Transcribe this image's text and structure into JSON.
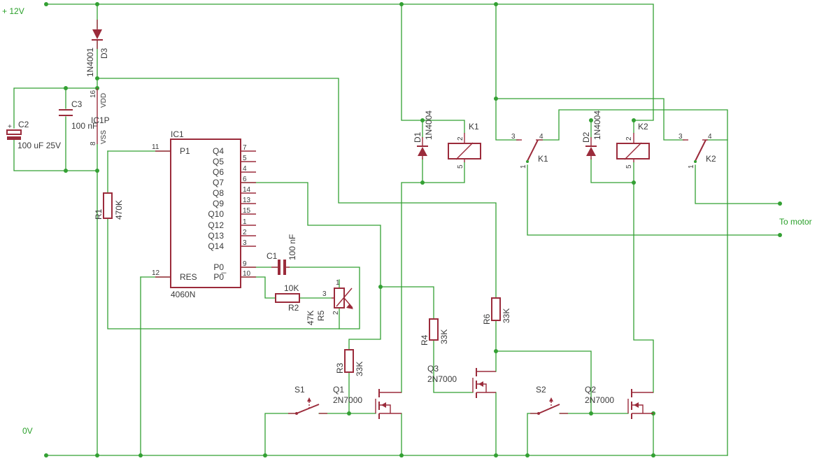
{
  "rails": {
    "supply": "+ 12V",
    "ground": "0V",
    "output": "To motor"
  },
  "d3": {
    "name": "D3",
    "value": "1N4001"
  },
  "c2": {
    "name": "C2",
    "value": "100 uF 25V"
  },
  "c3": {
    "name": "C3",
    "value": "100 nF"
  },
  "ic1p": {
    "name": "IC1P",
    "vdd": "VDD",
    "vss": "VSS",
    "pin_vdd": "16",
    "pin_vss": "8"
  },
  "ic1": {
    "name": "IC1",
    "part": "4060N",
    "left_pins": [
      {
        "num": "11",
        "label": "P1"
      },
      {
        "num": "12",
        "label": "RES"
      }
    ],
    "right_pins": [
      {
        "num": "7",
        "label": "Q4"
      },
      {
        "num": "5",
        "label": "Q5"
      },
      {
        "num": "4",
        "label": "Q6"
      },
      {
        "num": "6",
        "label": "Q7"
      },
      {
        "num": "14",
        "label": "Q8"
      },
      {
        "num": "13",
        "label": "Q9"
      },
      {
        "num": "15",
        "label": "Q10"
      },
      {
        "num": "1",
        "label": "Q12"
      },
      {
        "num": "2",
        "label": "Q13"
      },
      {
        "num": "3",
        "label": "Q14"
      },
      {
        "num": "9",
        "label": "P0"
      },
      {
        "num": "10",
        "label": "P0̅"
      }
    ]
  },
  "r1": {
    "name": "R1",
    "value": "470K"
  },
  "r2": {
    "name": "R2",
    "value": "10K"
  },
  "r3": {
    "name": "R3",
    "value": "33K"
  },
  "r4": {
    "name": "R4",
    "value": "33K"
  },
  "r5": {
    "name": "R5",
    "value": "47K",
    "pin1": "1",
    "pin2": "2",
    "pin3": "3"
  },
  "r6": {
    "name": "R6",
    "value": "33K"
  },
  "c1": {
    "name": "C1",
    "value": "100 nF"
  },
  "d1": {
    "name": "D1",
    "value": "1N4004"
  },
  "d2": {
    "name": "D2",
    "value": "1N4004"
  },
  "k1": {
    "coil": "K1",
    "contact": "K1",
    "coil_pin_a": "2",
    "coil_pin_b": "5",
    "pin_nc": "3",
    "pin_no": "4",
    "pin_com": "1"
  },
  "k2": {
    "coil": "K2",
    "contact": "K2",
    "coil_pin_a": "2",
    "coil_pin_b": "5",
    "pin_nc": "3",
    "pin_no": "4",
    "pin_com": "1"
  },
  "q1": {
    "name": "Q1",
    "value": "2N7000"
  },
  "q2": {
    "name": "Q2",
    "value": "2N7000"
  },
  "q3": {
    "name": "Q3",
    "value": "2N7000"
  },
  "s1": {
    "name": "S1"
  },
  "s2": {
    "name": "S2"
  },
  "colors": {
    "wire": "#33a033",
    "symbol": "#9b2b3b",
    "text": "#3a3a3a",
    "net_label": "#2aa02a"
  }
}
